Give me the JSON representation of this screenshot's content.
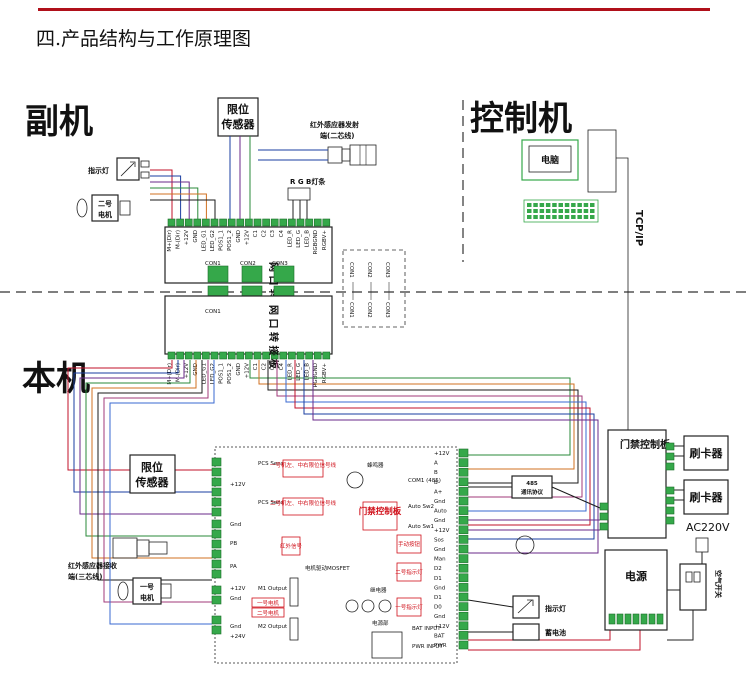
{
  "title": "四.产品结构与工作原理图",
  "colors": {
    "header_line": "#b0101a",
    "terminal": "#35a84a",
    "label_red": "#d0101a"
  },
  "sections": {
    "fuji": "副机",
    "kongzhiji": "控制机",
    "benji": "本机"
  },
  "fuji": {
    "limit_sensor_l1": "限位",
    "limit_sensor_l2": "传感器",
    "ir_emitter_l1": "红外感应器发射",
    "ir_emitter_l2": "端(二芯线)",
    "rgb_strip": "R G B灯条",
    "indicator": "指示灯",
    "motor2_l1": "二号",
    "motor2_l2": "电机",
    "board_label": "网 口 转 接 板",
    "con_labels": [
      "CON1",
      "CON2",
      "CON3"
    ],
    "pins": [
      "M+(Dir)",
      "M-(Dir)",
      "+12V",
      "GND",
      "LED_G1",
      "LED_G2",
      "POS1_1",
      "POS1_2",
      "GND",
      "+12V",
      "C1",
      "C2",
      "C3",
      "C4",
      "LED_R",
      "LED_G",
      "LED_B",
      "RGBGND",
      "RGBV+"
    ]
  },
  "kongzhiji": {
    "computer": "电脑",
    "tcpip": "TCP/IP"
  },
  "benji": {
    "limit_sensor_l1": "限位",
    "limit_sensor_l2": "传感器",
    "ir_receiver_l1": "红外感应器接收",
    "ir_receiver_l2": "端(三芯线)",
    "motor1_l1": "一号",
    "motor1_l2": "电机",
    "main_board": "门禁控制板",
    "comm_485": "485",
    "comm_protocol": "通讯协议",
    "access_board": "门禁控制板",
    "card_reader_1": "刷卡器",
    "card_reader_2": "刷卡器",
    "ac": "AC220V",
    "power": "电源",
    "air_switch": "空气开关",
    "indicator": "指示灯",
    "battery": "蓄电池",
    "red_labels": [
      "一号机左、中右限位信号线",
      "二号机左、中右限位信号线",
      "二号指示灯",
      "一号指示灯",
      "红外信号",
      "手动按钮",
      "一号电机",
      "二号电机"
    ],
    "left_pins": [
      "+12V",
      "Gnd",
      "PB",
      "PA",
      "+12V",
      "Gnd",
      "Gnd",
      "+24V",
      "Gnd",
      "+24V"
    ],
    "right_pins": [
      "+12V",
      "A",
      "B",
      "B-",
      "A+",
      "Gnd",
      "Auto",
      "Gnd",
      "+12V",
      "Sos",
      "Gnd",
      "Man",
      "D2",
      "D1",
      "Gnd",
      "D1",
      "D0",
      "Gnd",
      "+12V",
      "BAT",
      "PWR"
    ],
    "mid_labels": [
      "PCS Sensor1",
      "PCS Sensor2",
      "M1 Output",
      "M2 Output",
      "COM1 (485)",
      "Auto Sw2",
      "Auto Sw1",
      "BAT INPUT",
      "PWR INPUT",
      "蜂鸣器",
      "电机驱动MOSFET",
      "继电器",
      "电源部"
    ]
  }
}
